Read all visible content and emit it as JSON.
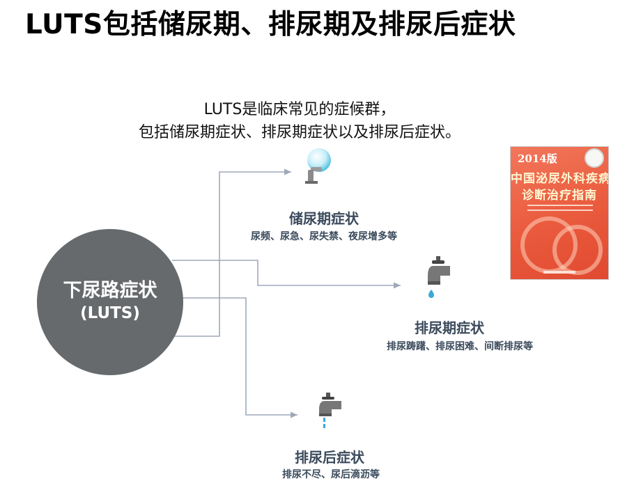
{
  "title": "LUTS包括储尿期、排尿期及排尿后症状",
  "intro": {
    "line1": "LUTS是临床常见的症候群，",
    "line2": "包括储尿期症状、排尿期症状以及排尿后症状。"
  },
  "center": {
    "label": "下尿路症状",
    "abbr": "(LUTS)"
  },
  "categories": [
    {
      "title": "储尿期症状",
      "desc": "尿频、尿急、尿失禁、夜尿增多等",
      "icon": "water-drop-tap-icon"
    },
    {
      "title": "排尿期症状",
      "desc": "排尿踌躇、排尿困难、间断排尿等",
      "icon": "faucet-dripping-icon"
    },
    {
      "title": "排尿后症状",
      "desc": "排尿不尽、尿后滴沥等",
      "icon": "faucet-dribbling-icon"
    }
  ],
  "book": {
    "year": "2014版",
    "title_line1": "中国泌尿外科疾病",
    "title_line2": "诊断治疗指南"
  },
  "colors": {
    "circle": "#676a6c",
    "connector": "#9ea9b8",
    "category_text": "#3b4a5c",
    "book_cover": "#ea5a3d"
  }
}
